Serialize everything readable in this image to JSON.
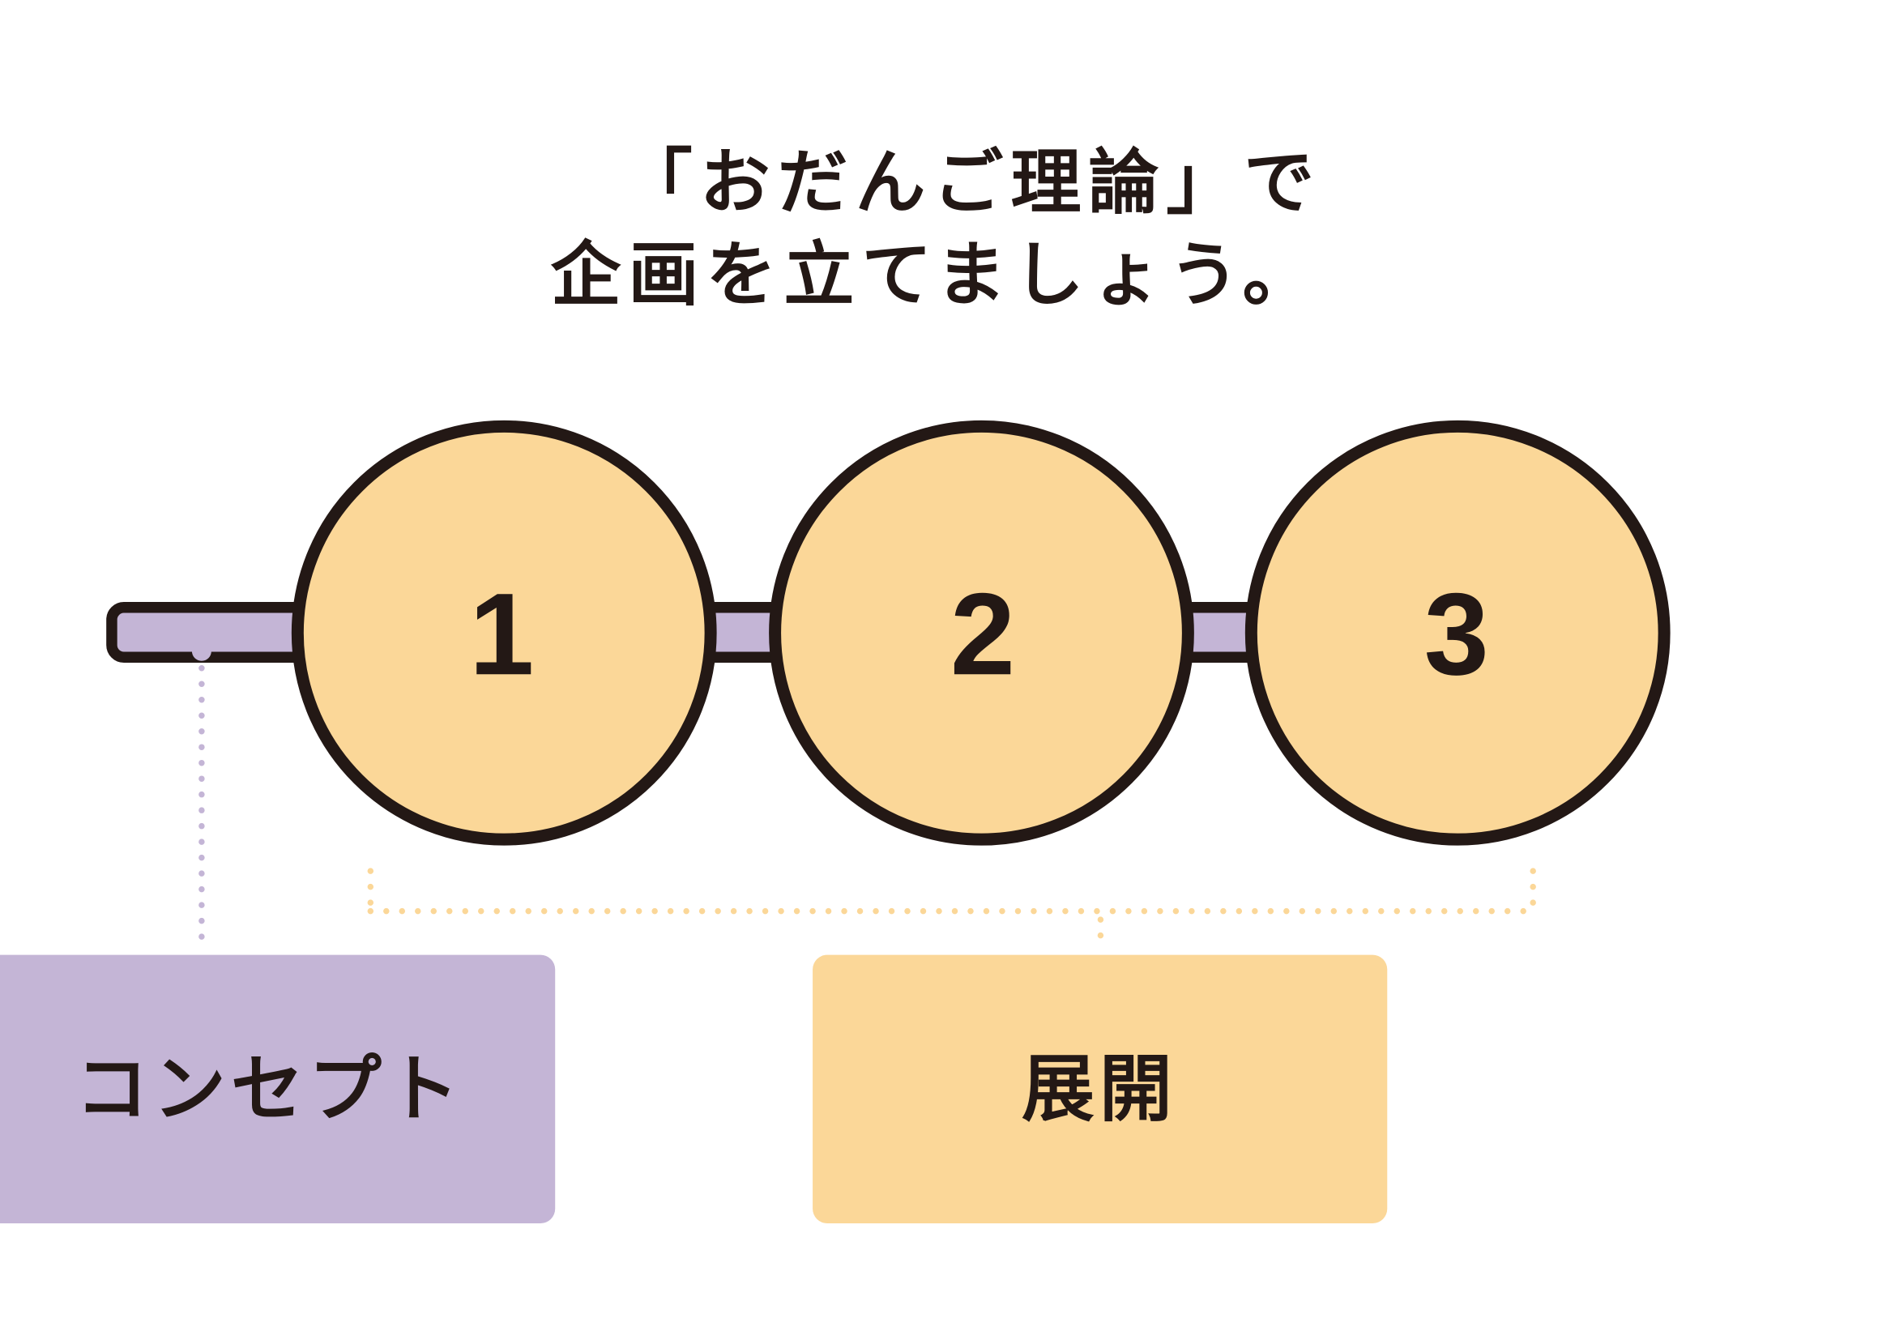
{
  "title": {
    "line1": "「おだんご理論」で",
    "line2": "企画を立てましょう。"
  },
  "dango": [
    {
      "number": "1"
    },
    {
      "number": "2"
    },
    {
      "number": "3"
    }
  ],
  "boxes": {
    "concept": "コンセプト",
    "development": "展開"
  },
  "colors": {
    "outline": "#231815",
    "dango_fill": "#fbd798",
    "stick_fill": "#c4b5d6",
    "concept_box": "#c4b5d6",
    "development_box": "#fbd798"
  }
}
